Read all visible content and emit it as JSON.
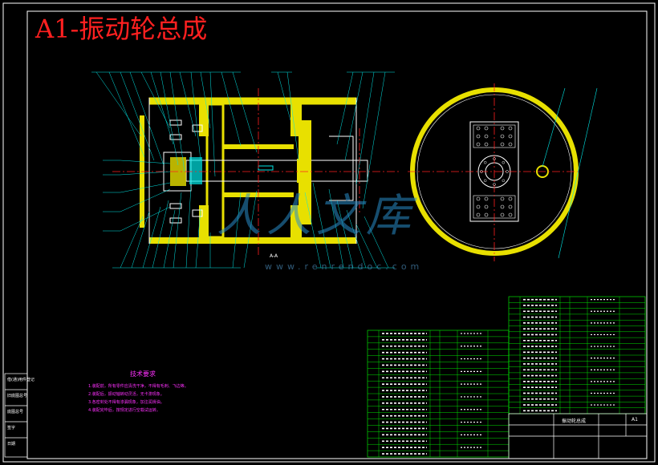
{
  "drawing": {
    "title": "A1-振动轮总成",
    "section_label": "A-A"
  },
  "technical_requirements": {
    "heading": "技术要求",
    "items": [
      "1.装配前，所有零件应清洗干净，不得有毛刺、飞边等。",
      "2.装配后，振动轴转动灵活，无卡滞现象。",
      "3.各密封处不得有渗漏现象，加注润滑油。",
      "4.装配完毕后，按规定进行空载试运转。"
    ]
  },
  "watermark": {
    "text": "人人文库",
    "url": "www.renrendoc.com"
  },
  "title_block": {
    "label": "振动轮总成",
    "sheet_label": "A1"
  },
  "side_block": {
    "labels": [
      "借(通)用件登记",
      "旧底图总号",
      "底图总号",
      "签字",
      "日期"
    ]
  },
  "colors": {
    "frame": "#ffffff",
    "part": "#e8e000",
    "leader": "#00e5e5",
    "centerline": "#ff2020",
    "table": "#00e000",
    "note": "#ff30ff"
  }
}
